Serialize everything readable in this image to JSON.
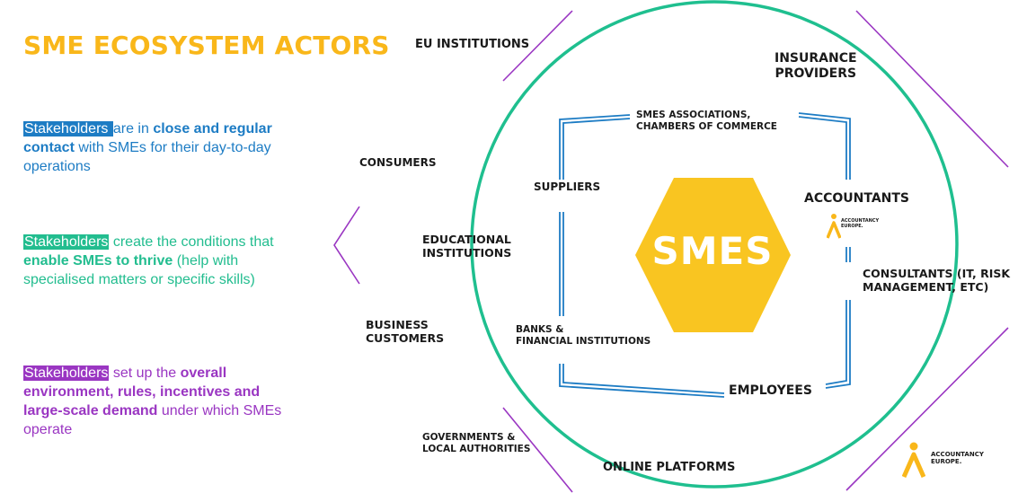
{
  "title": "SME ECOSYSTEM ACTORS",
  "blocks": [
    {
      "highlight": "Stakeholders ",
      "parts": [
        " are in ",
        "close and regular contact",
        " with SMEs for their day-to-day operations"
      ]
    },
    {
      "highlight": "Stakeholders",
      "parts": [
        " create the conditions that ",
        "enable SMEs to thrive",
        " (help with specialised matters or specific skills)"
      ]
    },
    {
      "highlight": "Stakeholders",
      "parts": [
        " set up the ",
        "overall environment, rules, incentives and large-scale demand",
        " under which SMEs operate"
      ]
    }
  ],
  "diagram": {
    "center": "SMES",
    "labels": {
      "eu_institutions": "EU INSTITUTIONS",
      "insurance_line1": "INSURANCE",
      "insurance_line2": "PROVIDERS",
      "associations_line1": "SMES ASSOCIATIONS,",
      "associations_line2": "CHAMBERS OF COMMERCE",
      "consumers": "CONSUMERS",
      "suppliers": "SUPPLIERS",
      "accountants": "ACCOUNTANTS",
      "educational_line1": "EDUCATIONAL",
      "educational_line2": "INSTITUTIONS",
      "consultants_line1": "CONSULTANTS (IT, RISK",
      "consultants_line2": "MANAGEMENT, ETC)",
      "business_line1": "BUSINESS",
      "business_line2": "CUSTOMERS",
      "banks_line1": "BANKS &",
      "banks_line2": "FINANCIAL INSTITUTIONS",
      "employees": "EMPLOYEES",
      "governments_line1": "GOVERNMENTS &",
      "governments_line2": "LOCAL AUTHORITIES",
      "online_platforms": "ONLINE PLATFORMS"
    }
  },
  "logo": {
    "line1": "ACCOUNTANCY",
    "line2": "EUROPE."
  },
  "colors": {
    "title": "#f9b71a",
    "close_contact": "#1d7cc4",
    "enable": "#22bd8f",
    "environment": "#9a36c2",
    "hexagon": "#f9c521",
    "circle": "#1fbf8f",
    "square": "#1d7cc4"
  }
}
